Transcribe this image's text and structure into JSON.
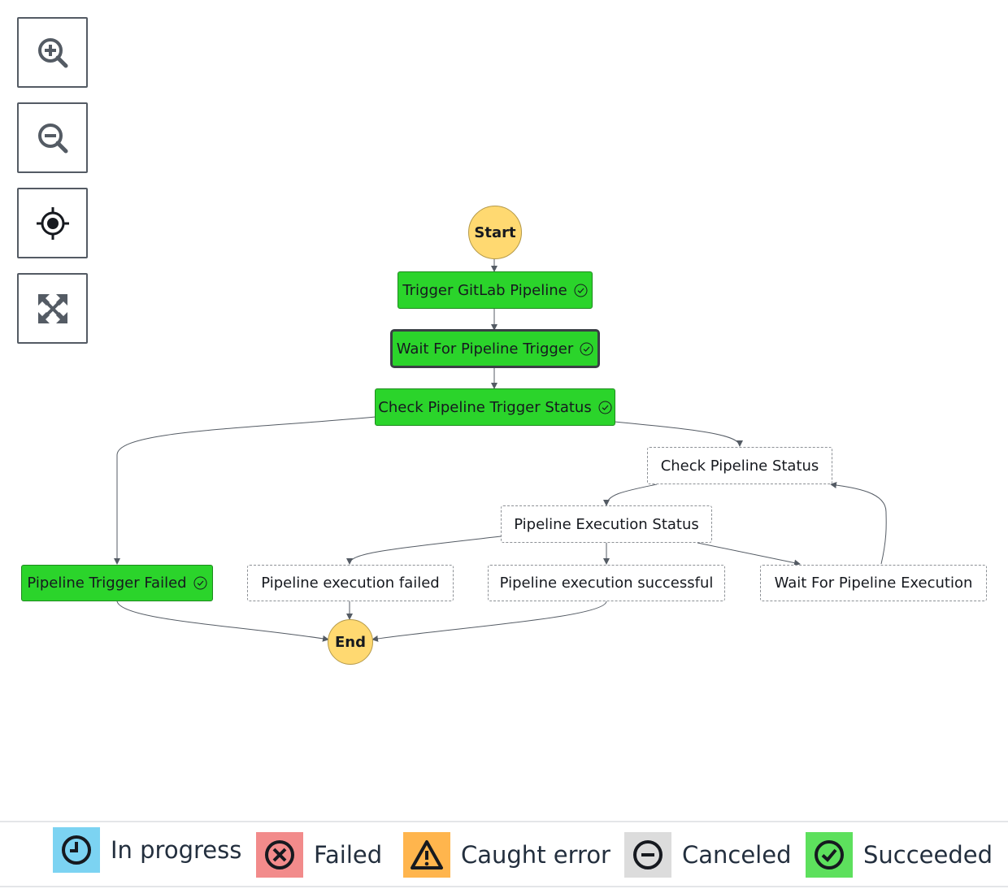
{
  "controls": {
    "zoom_in": "zoom-in-icon",
    "zoom_out": "zoom-out-icon",
    "center": "center-icon",
    "fit": "fit-icon"
  },
  "graph": {
    "start": "Start",
    "end": "End",
    "nodes": {
      "trigger_gitlab": "Trigger GitLab Pipeline",
      "wait_trigger": "Wait For Pipeline Trigger",
      "check_trigger_status": "Check Pipeline Trigger Status",
      "check_pipeline_status": "Check Pipeline Status",
      "pipeline_execution_status": "Pipeline Execution Status",
      "trigger_failed": "Pipeline Trigger Failed",
      "execution_failed": "Pipeline execution failed",
      "execution_successful": "Pipeline execution successful",
      "wait_execution": "Wait For Pipeline Execution"
    },
    "colors": {
      "succeeded": "#2bd42b",
      "start_end": "#ffd971",
      "edge": "#545b64"
    }
  },
  "legend": {
    "in_progress": {
      "label": "In progress",
      "color": "#7cd3f2",
      "icon": "clock-icon"
    },
    "failed": {
      "label": "Failed",
      "color": "#f28b8b",
      "icon": "x-circle-icon"
    },
    "caught_error": {
      "label": "Caught error",
      "color": "#ffb54d",
      "icon": "warning-icon"
    },
    "canceled": {
      "label": "Canceled",
      "color": "#dcdcdc",
      "icon": "minus-circle-icon"
    },
    "succeeded": {
      "label": "Succeeded",
      "color": "#5de05d",
      "icon": "check-circle-icon"
    }
  }
}
